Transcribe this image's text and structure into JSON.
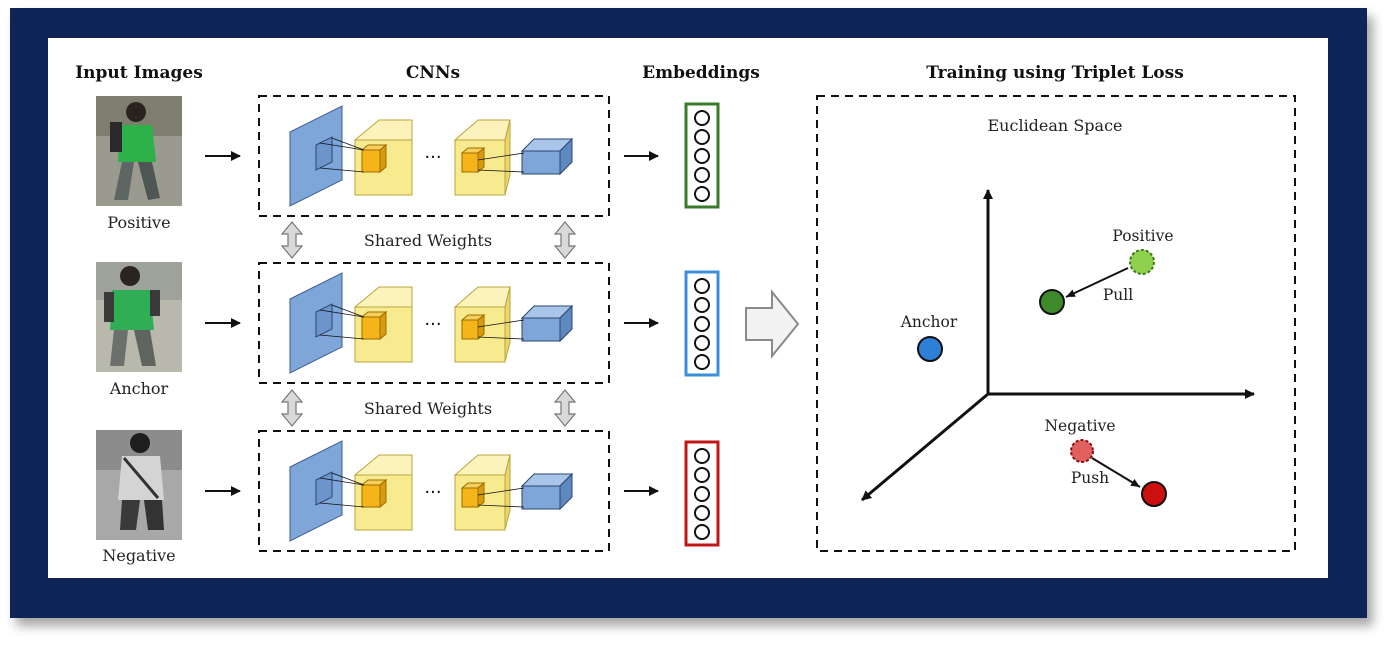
{
  "headers": {
    "input_images": "Input Images",
    "cnns": "CNNs",
    "embeddings": "Embeddings",
    "training": "Training using Triplet Loss"
  },
  "rows": [
    {
      "label": "Positive",
      "embedding_color": "#3a7a2a"
    },
    {
      "label": "Anchor",
      "embedding_color": "#3b8fd8"
    },
    {
      "label": "Negative",
      "embedding_color": "#c01818"
    }
  ],
  "shared_weights": [
    "Shared Weights",
    "Shared Weights"
  ],
  "space": {
    "title": "Euclidean Space",
    "positive_label": "Positive",
    "pull_label": "Pull",
    "anchor_label": "Anchor",
    "negative_label": "Negative",
    "push_label": "Push"
  },
  "colors": {
    "frame": "#0f2557",
    "conv_blue": "#7ea6d9",
    "conv_yellow": "#f7ea8f",
    "kernel_orange": "#f5b51a",
    "positive_light": "#8fd14f",
    "positive_dark": "#3f8a2a",
    "anchor": "#2e7fd6",
    "negative_light": "#e06060",
    "negative_dark": "#cc1010"
  }
}
